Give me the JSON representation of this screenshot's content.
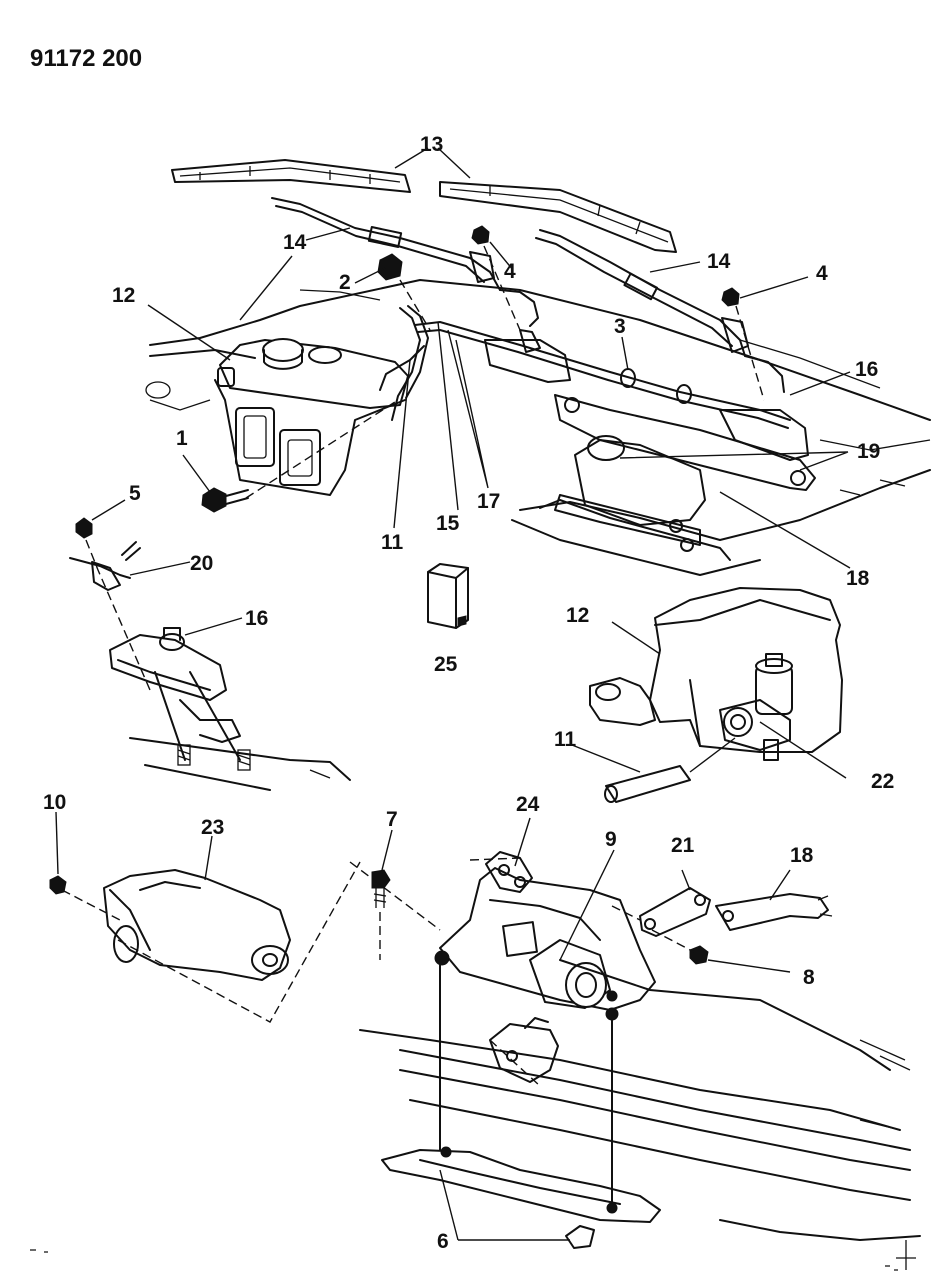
{
  "document_id": "91172 200",
  "callouts": [
    {
      "id": "c1",
      "text": "1"
    },
    {
      "id": "c2",
      "text": "2"
    },
    {
      "id": "c3",
      "text": "3"
    },
    {
      "id": "c4a",
      "text": "4"
    },
    {
      "id": "c4b",
      "text": "4"
    },
    {
      "id": "c5",
      "text": "5"
    },
    {
      "id": "c6",
      "text": "6"
    },
    {
      "id": "c7",
      "text": "7"
    },
    {
      "id": "c8",
      "text": "8"
    },
    {
      "id": "c9",
      "text": "9"
    },
    {
      "id": "c10",
      "text": "10"
    },
    {
      "id": "c11a",
      "text": "11"
    },
    {
      "id": "c11b",
      "text": "11"
    },
    {
      "id": "c12a",
      "text": "12"
    },
    {
      "id": "c12b",
      "text": "12"
    },
    {
      "id": "c13",
      "text": "13"
    },
    {
      "id": "c14a",
      "text": "14"
    },
    {
      "id": "c14b",
      "text": "14"
    },
    {
      "id": "c15",
      "text": "15"
    },
    {
      "id": "c16a",
      "text": "16"
    },
    {
      "id": "c16b",
      "text": "16"
    },
    {
      "id": "c17",
      "text": "17"
    },
    {
      "id": "c18a",
      "text": "18"
    },
    {
      "id": "c18b",
      "text": "18"
    },
    {
      "id": "c19",
      "text": "19"
    },
    {
      "id": "c20",
      "text": "20"
    },
    {
      "id": "c21",
      "text": "21"
    },
    {
      "id": "c22",
      "text": "22"
    },
    {
      "id": "c23",
      "text": "23"
    },
    {
      "id": "c24",
      "text": "24"
    },
    {
      "id": "c25",
      "text": "25"
    }
  ],
  "style": {
    "ink": "#111111",
    "paper": "#ffffff"
  }
}
